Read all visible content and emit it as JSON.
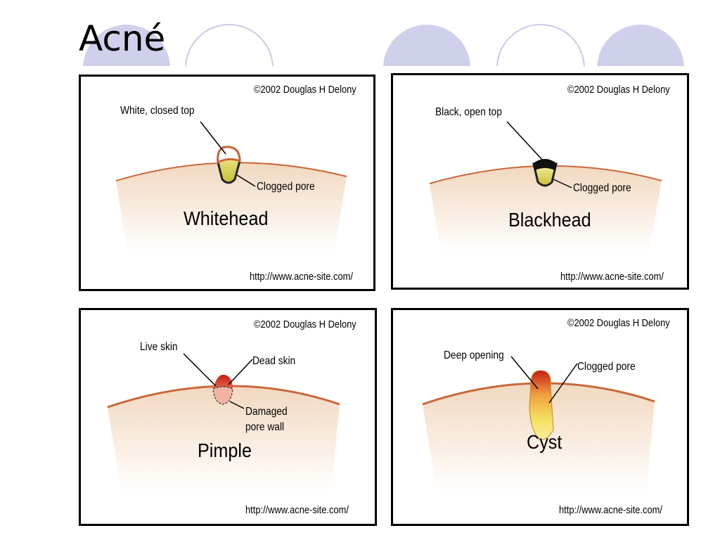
{
  "slide": {
    "title": "Acné"
  },
  "colors": {
    "accent_circle": "#cfd0ec",
    "circle_outline": "#c9cae8",
    "skin": "#f6e3cf",
    "skin_line": "#c9683a",
    "sebum": "#e8e060",
    "inflamed": "#cc2a1e"
  },
  "panels": {
    "whitehead": {
      "credit": "©2002 Douglas H Delony",
      "label_top": "White, closed top",
      "label_side": "Clogged pore",
      "name": "Whitehead",
      "url": "http://www.acne-site.com/"
    },
    "blackhead": {
      "credit": "©2002 Douglas H Delony",
      "label_top": "Black, open top",
      "label_side": "Clogged pore",
      "name": "Blackhead",
      "url": "http://www.acne-site.com/"
    },
    "pimple": {
      "credit": "©2002 Douglas H Delony",
      "label_left": "Live skin",
      "label_right": "Dead skin",
      "label_bottom_1": "Damaged",
      "label_bottom_2": "pore wall",
      "name": "Pimple",
      "url": "http://www.acne-site.com/"
    },
    "cyst": {
      "credit": "©2002 Douglas H Delony",
      "label_left": "Deep opening",
      "label_right": "Clogged pore",
      "name": "Cyst",
      "url": "http://www.acne-site.com/"
    }
  }
}
